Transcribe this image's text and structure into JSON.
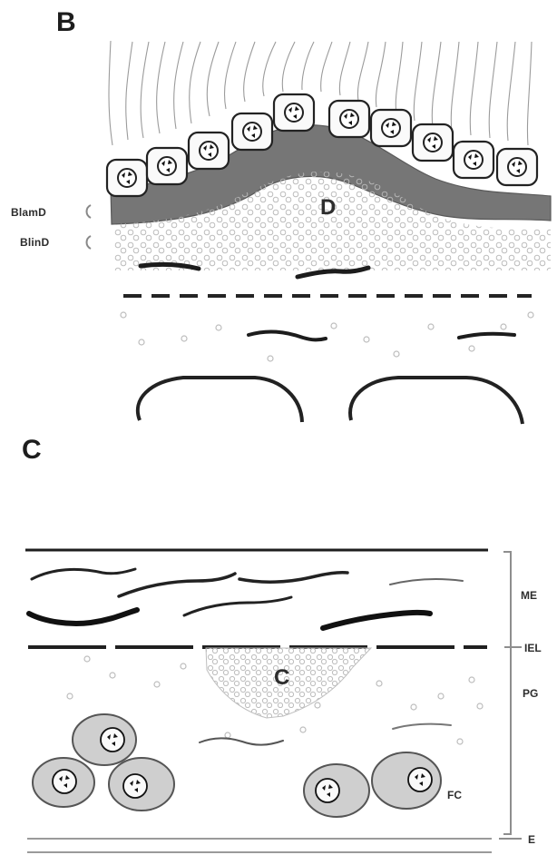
{
  "panelB": {
    "label": "B",
    "markers": {
      "blamd": "BlamD",
      "blind": "BlinD"
    },
    "centerLabel": "D"
  },
  "panelC": {
    "label": "C",
    "centerLabel": "C",
    "rightLabels": {
      "me": "ME",
      "iel": "IEL",
      "pg": "PG",
      "fc": "FC",
      "e": "E"
    }
  }
}
